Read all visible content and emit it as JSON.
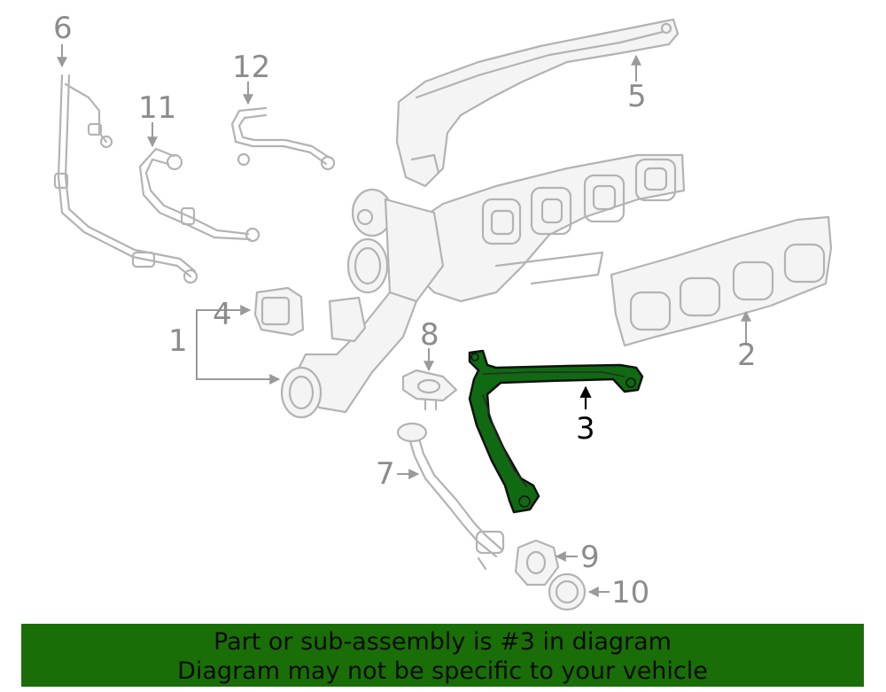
{
  "callouts": {
    "c1": "1",
    "c2": "2",
    "c3": "3",
    "c4": "4",
    "c5": "5",
    "c6": "6",
    "c7": "7",
    "c8": "8",
    "c9": "9",
    "c10": "10",
    "c11": "11",
    "c12": "12"
  },
  "highlighted_part": "3",
  "colors": {
    "highlight_fill": "#0f6a12",
    "banner_background": "#1a6e07",
    "part_outline": "#b3b3b3",
    "callout_text": "#8c8c8c"
  },
  "banner": {
    "line1": "Part or sub-assembly is #3 in diagram",
    "line2": "Diagram may not be specific to your vehicle"
  }
}
